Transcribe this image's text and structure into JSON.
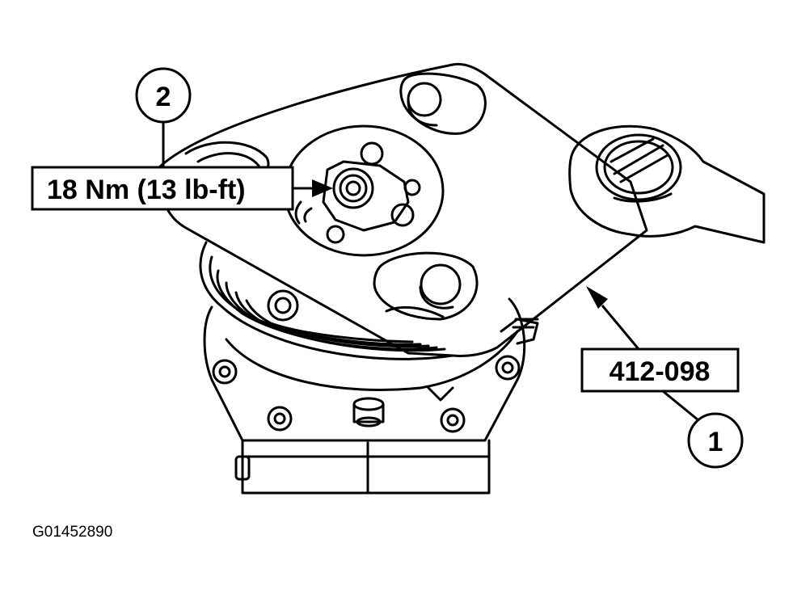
{
  "figure": {
    "torque_label": "18 Nm (13 lb-ft)",
    "tool_number": "412-098",
    "callout_1": "1",
    "callout_2": "2",
    "figure_id": "G01452890"
  },
  "colors": {
    "line": "#000000",
    "background": "#ffffff"
  }
}
